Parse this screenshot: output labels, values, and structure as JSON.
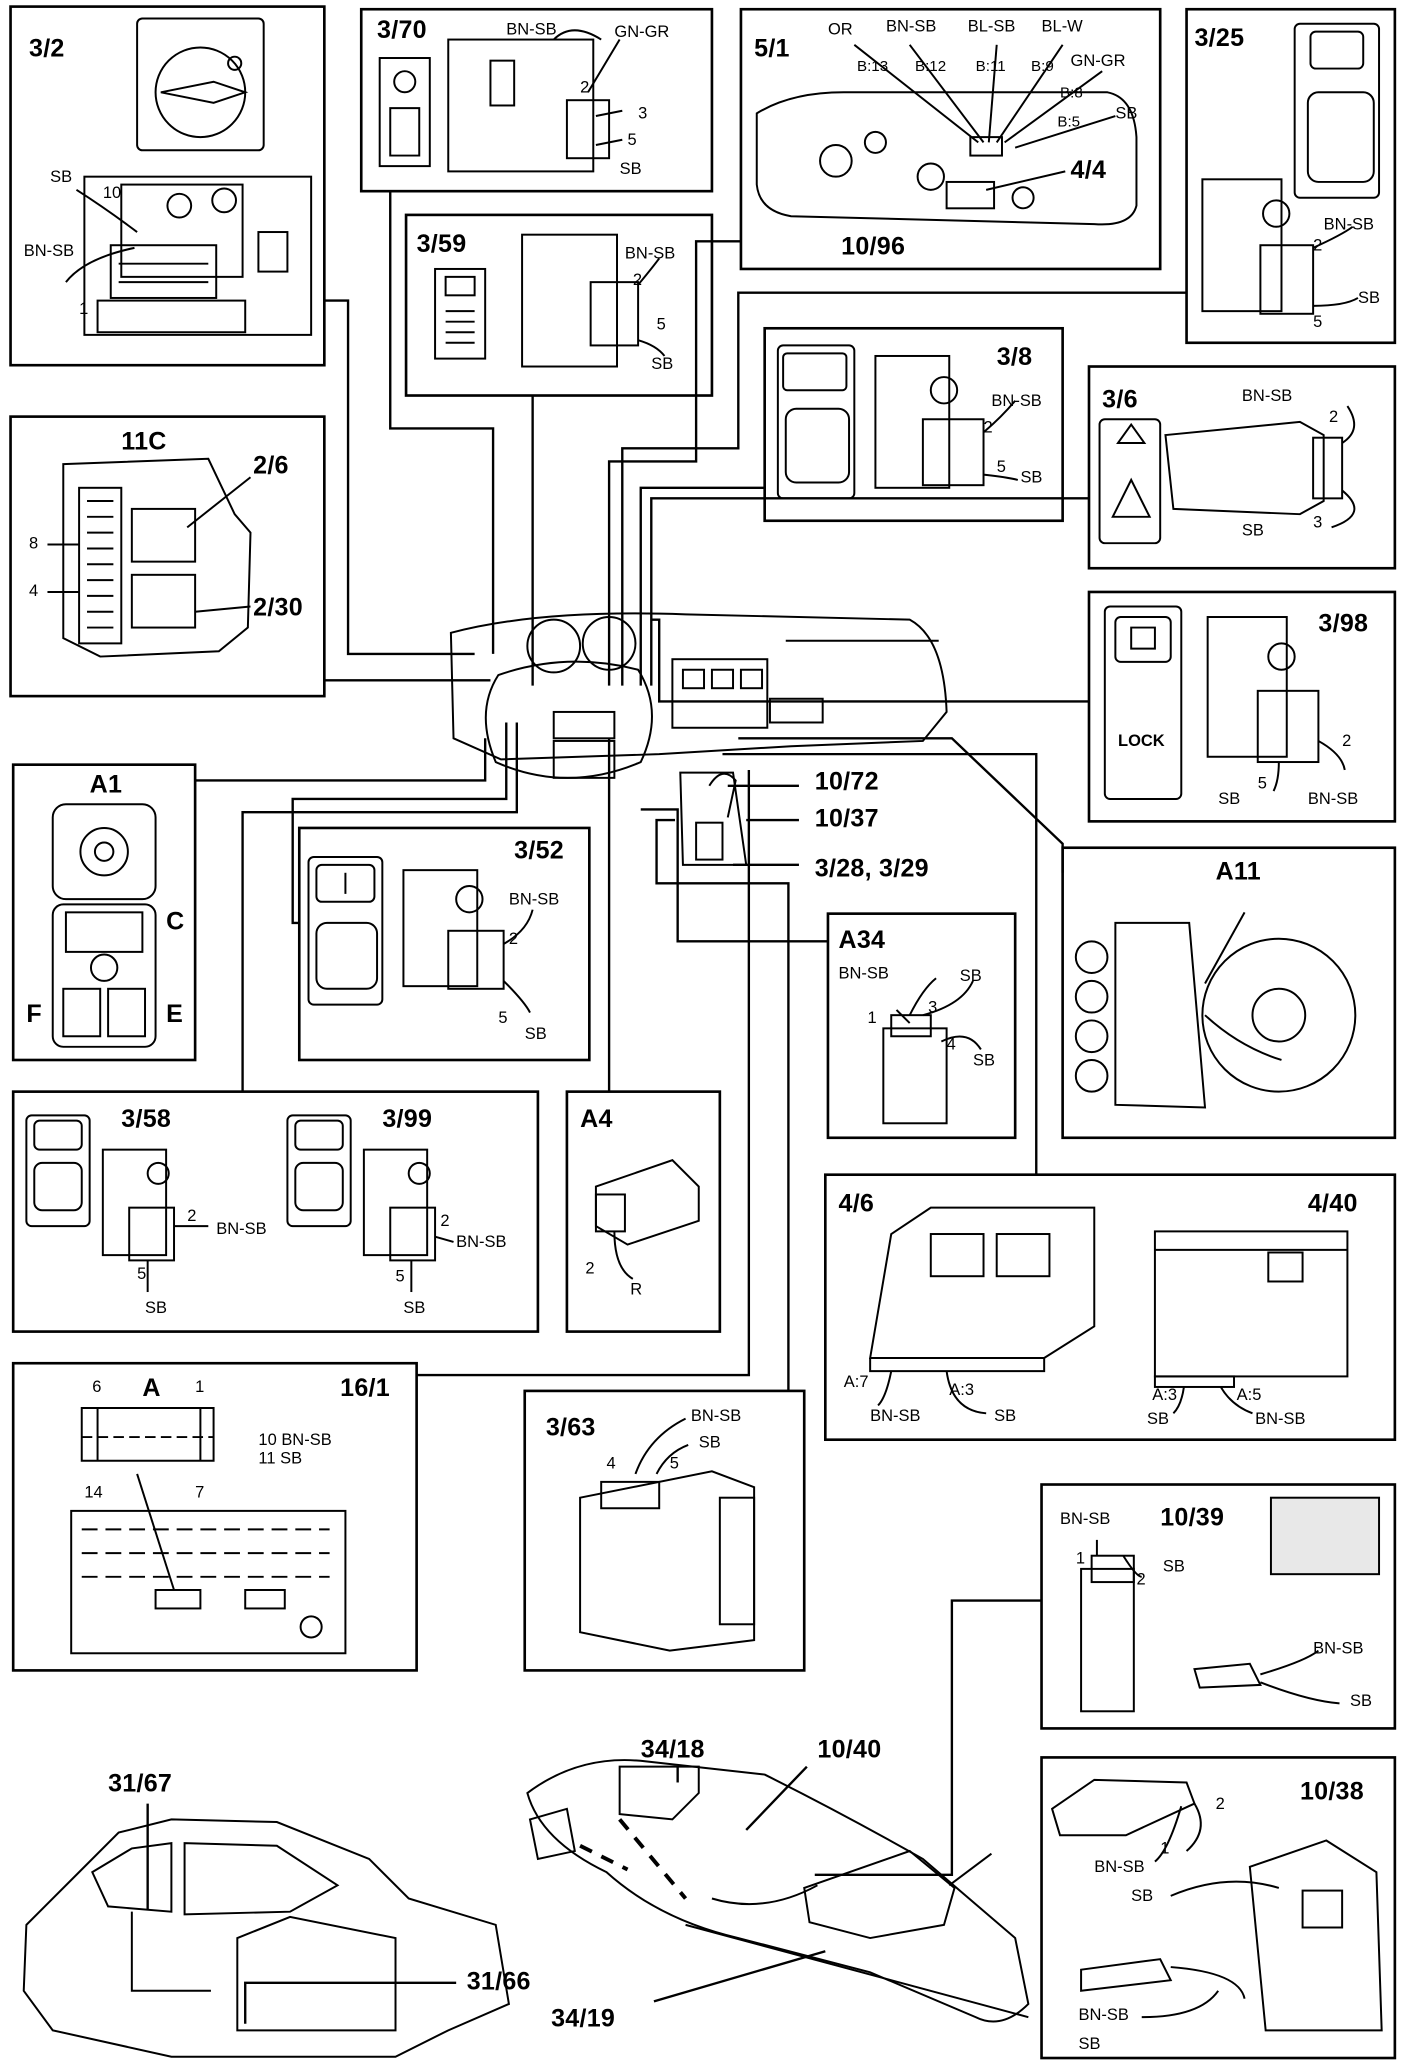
{
  "components": {
    "c3_2": {
      "title": "3/2",
      "wires": [
        "SB",
        "10",
        "BN-SB",
        "1"
      ]
    },
    "c3_70": {
      "title": "3/70",
      "wires": [
        "BN-SB",
        "GN-GR",
        "2",
        "3",
        "5",
        "SB"
      ]
    },
    "c5_1": {
      "title": "5/1",
      "wires": [
        "OR",
        "BN-SB",
        "BL-SB",
        "BL-W",
        "GN-GR",
        "SB",
        "B:13",
        "B:12",
        "B:11",
        "B:9",
        "B:8",
        "B:5"
      ],
      "sub1": "4/4",
      "sub2": "10/96"
    },
    "c3_25": {
      "title": "3/25",
      "wires": [
        "BN-SB",
        "2",
        "SB",
        "5"
      ]
    },
    "c3_59": {
      "title": "3/59",
      "wires": [
        "BN-SB",
        "2",
        "5",
        "SB"
      ]
    },
    "c3_8": {
      "title": "3/8",
      "wires": [
        "BN-SB",
        "2",
        "5",
        "SB"
      ]
    },
    "c3_6": {
      "title": "3/6",
      "wires": [
        "BN-SB",
        "2",
        "SB",
        "3"
      ]
    },
    "c11c": {
      "title": "11C",
      "sub1": "2/6",
      "sub2": "2/30",
      "pins": [
        "8",
        "4"
      ]
    },
    "c3_98": {
      "title": "3/98",
      "lock": "LOCK",
      "wires": [
        "2",
        "SB",
        "5",
        "BN-SB"
      ]
    },
    "a1": {
      "title": "A1",
      "c": "C",
      "f": "F",
      "e": "E"
    },
    "center": {
      "l1": "10/72",
      "l2": "10/37",
      "l3": "3/28, 3/29"
    },
    "c3_52": {
      "title": "3/52",
      "wires": [
        "BN-SB",
        "2",
        "5",
        "SB"
      ]
    },
    "a11": {
      "title": "A11"
    },
    "a34": {
      "title": "A34",
      "wires": [
        "BN-SB",
        "SB",
        "1",
        "3",
        "4",
        "SB"
      ]
    },
    "c3_58": {
      "title": "3/58",
      "wires": [
        "2",
        "BN-SB",
        "5",
        "SB"
      ]
    },
    "c3_99": {
      "title": "3/99",
      "wires": [
        "2",
        "BN-SB",
        "5",
        "SB"
      ]
    },
    "a4": {
      "title": "A4",
      "wires": [
        "2",
        "R"
      ]
    },
    "c4_6": {
      "title": "4/6",
      "wires": [
        "A:7",
        "BN-SB",
        "A:3",
        "SB"
      ]
    },
    "c4_40": {
      "title": "4/40",
      "wires": [
        "A:3",
        "SB",
        "A:5",
        "BN-SB"
      ]
    },
    "c16_1": {
      "title": "16/1",
      "a": "A",
      "pins": [
        "6",
        "1",
        "14",
        "7"
      ],
      "n1": "10 BN-SB",
      "n2": "11 SB"
    },
    "c3_63": {
      "title": "3/63",
      "wires": [
        "BN-SB",
        "SB",
        "4",
        "5"
      ]
    },
    "c10_39": {
      "title": "10/39",
      "wires": [
        "BN-SB",
        "1",
        "2",
        "SB",
        "BN-SB",
        "SB"
      ]
    },
    "c10_38": {
      "title": "10/38",
      "wires": [
        "2",
        "1",
        "BN-SB",
        "SB",
        "BN-SB",
        "SB"
      ]
    },
    "bottom": {
      "l1": "34/18",
      "l2": "10/40",
      "l3": "31/67",
      "l4": "31/66",
      "l5": "34/19"
    }
  }
}
